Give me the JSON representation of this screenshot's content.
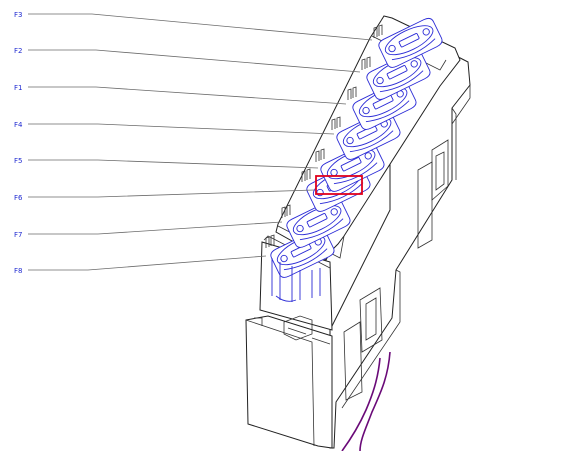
{
  "fuse_labels": [
    "F3",
    "F2",
    "F1",
    "F4",
    "F5",
    "F6",
    "F7",
    "F8"
  ],
  "highlighted_fuse": "F6",
  "colors": {
    "label_text": "#1f2ad1",
    "fuse_outline": "#2b2bd6",
    "highlight": "#e0001b",
    "wire": "#6a0a78",
    "leader_line": "#6b6b6b"
  }
}
